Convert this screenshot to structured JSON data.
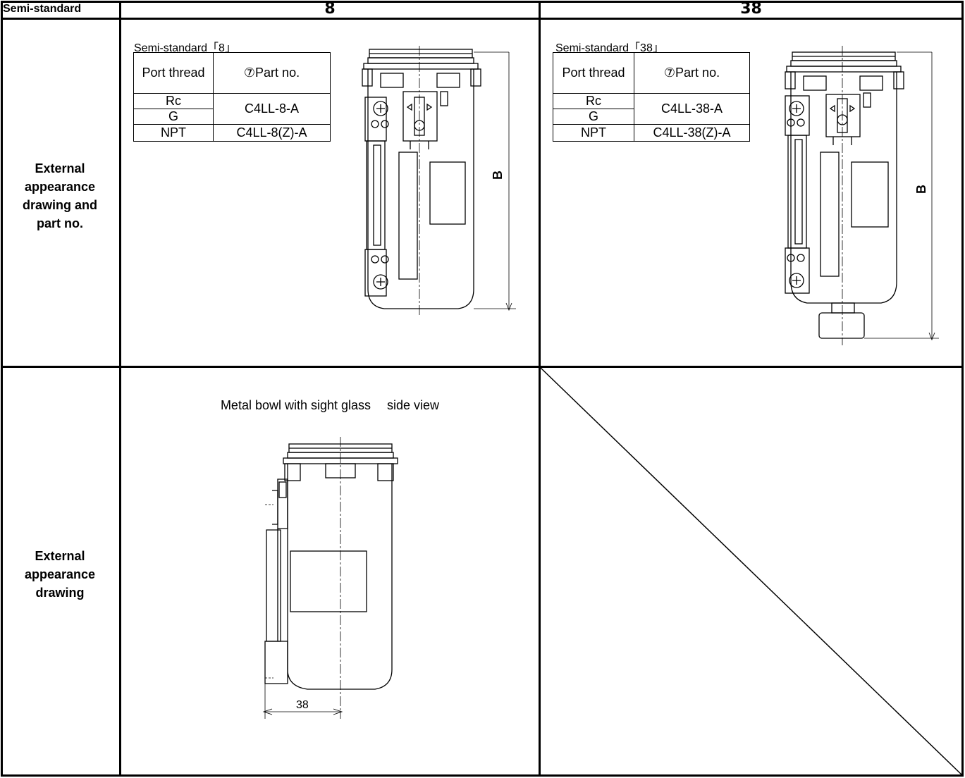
{
  "header": {
    "label": "Semi-standard",
    "col1": "8",
    "col2": "38"
  },
  "rows": [
    {
      "label_lines": [
        "External",
        "appearance",
        "drawing and",
        "part no."
      ]
    },
    {
      "label_lines": [
        "External",
        "appearance",
        "drawing"
      ]
    }
  ],
  "col1": {
    "caption": "Semi-standard「8」",
    "table": {
      "head_port": "Port thread",
      "head_part": "⑦Part no.",
      "rows": [
        {
          "port": "Rc",
          "part": "C4LL-8-A"
        },
        {
          "port": "G"
        },
        {
          "port": "NPT",
          "part": "C4LL-8(Z)-A"
        }
      ]
    },
    "dim_label": "B"
  },
  "col2": {
    "caption": "Semi-standard「38」",
    "table": {
      "head_port": "Port thread",
      "head_part": "⑦Part no.",
      "rows": [
        {
          "port": "Rc",
          "part": "C4LL-38-A"
        },
        {
          "port": "G"
        },
        {
          "port": "NPT",
          "part": "C4LL-38(Z)-A"
        }
      ]
    },
    "dim_label": "B"
  },
  "side": {
    "caption": "Metal bowl with sight glass　 side view",
    "dim_label": "38"
  }
}
